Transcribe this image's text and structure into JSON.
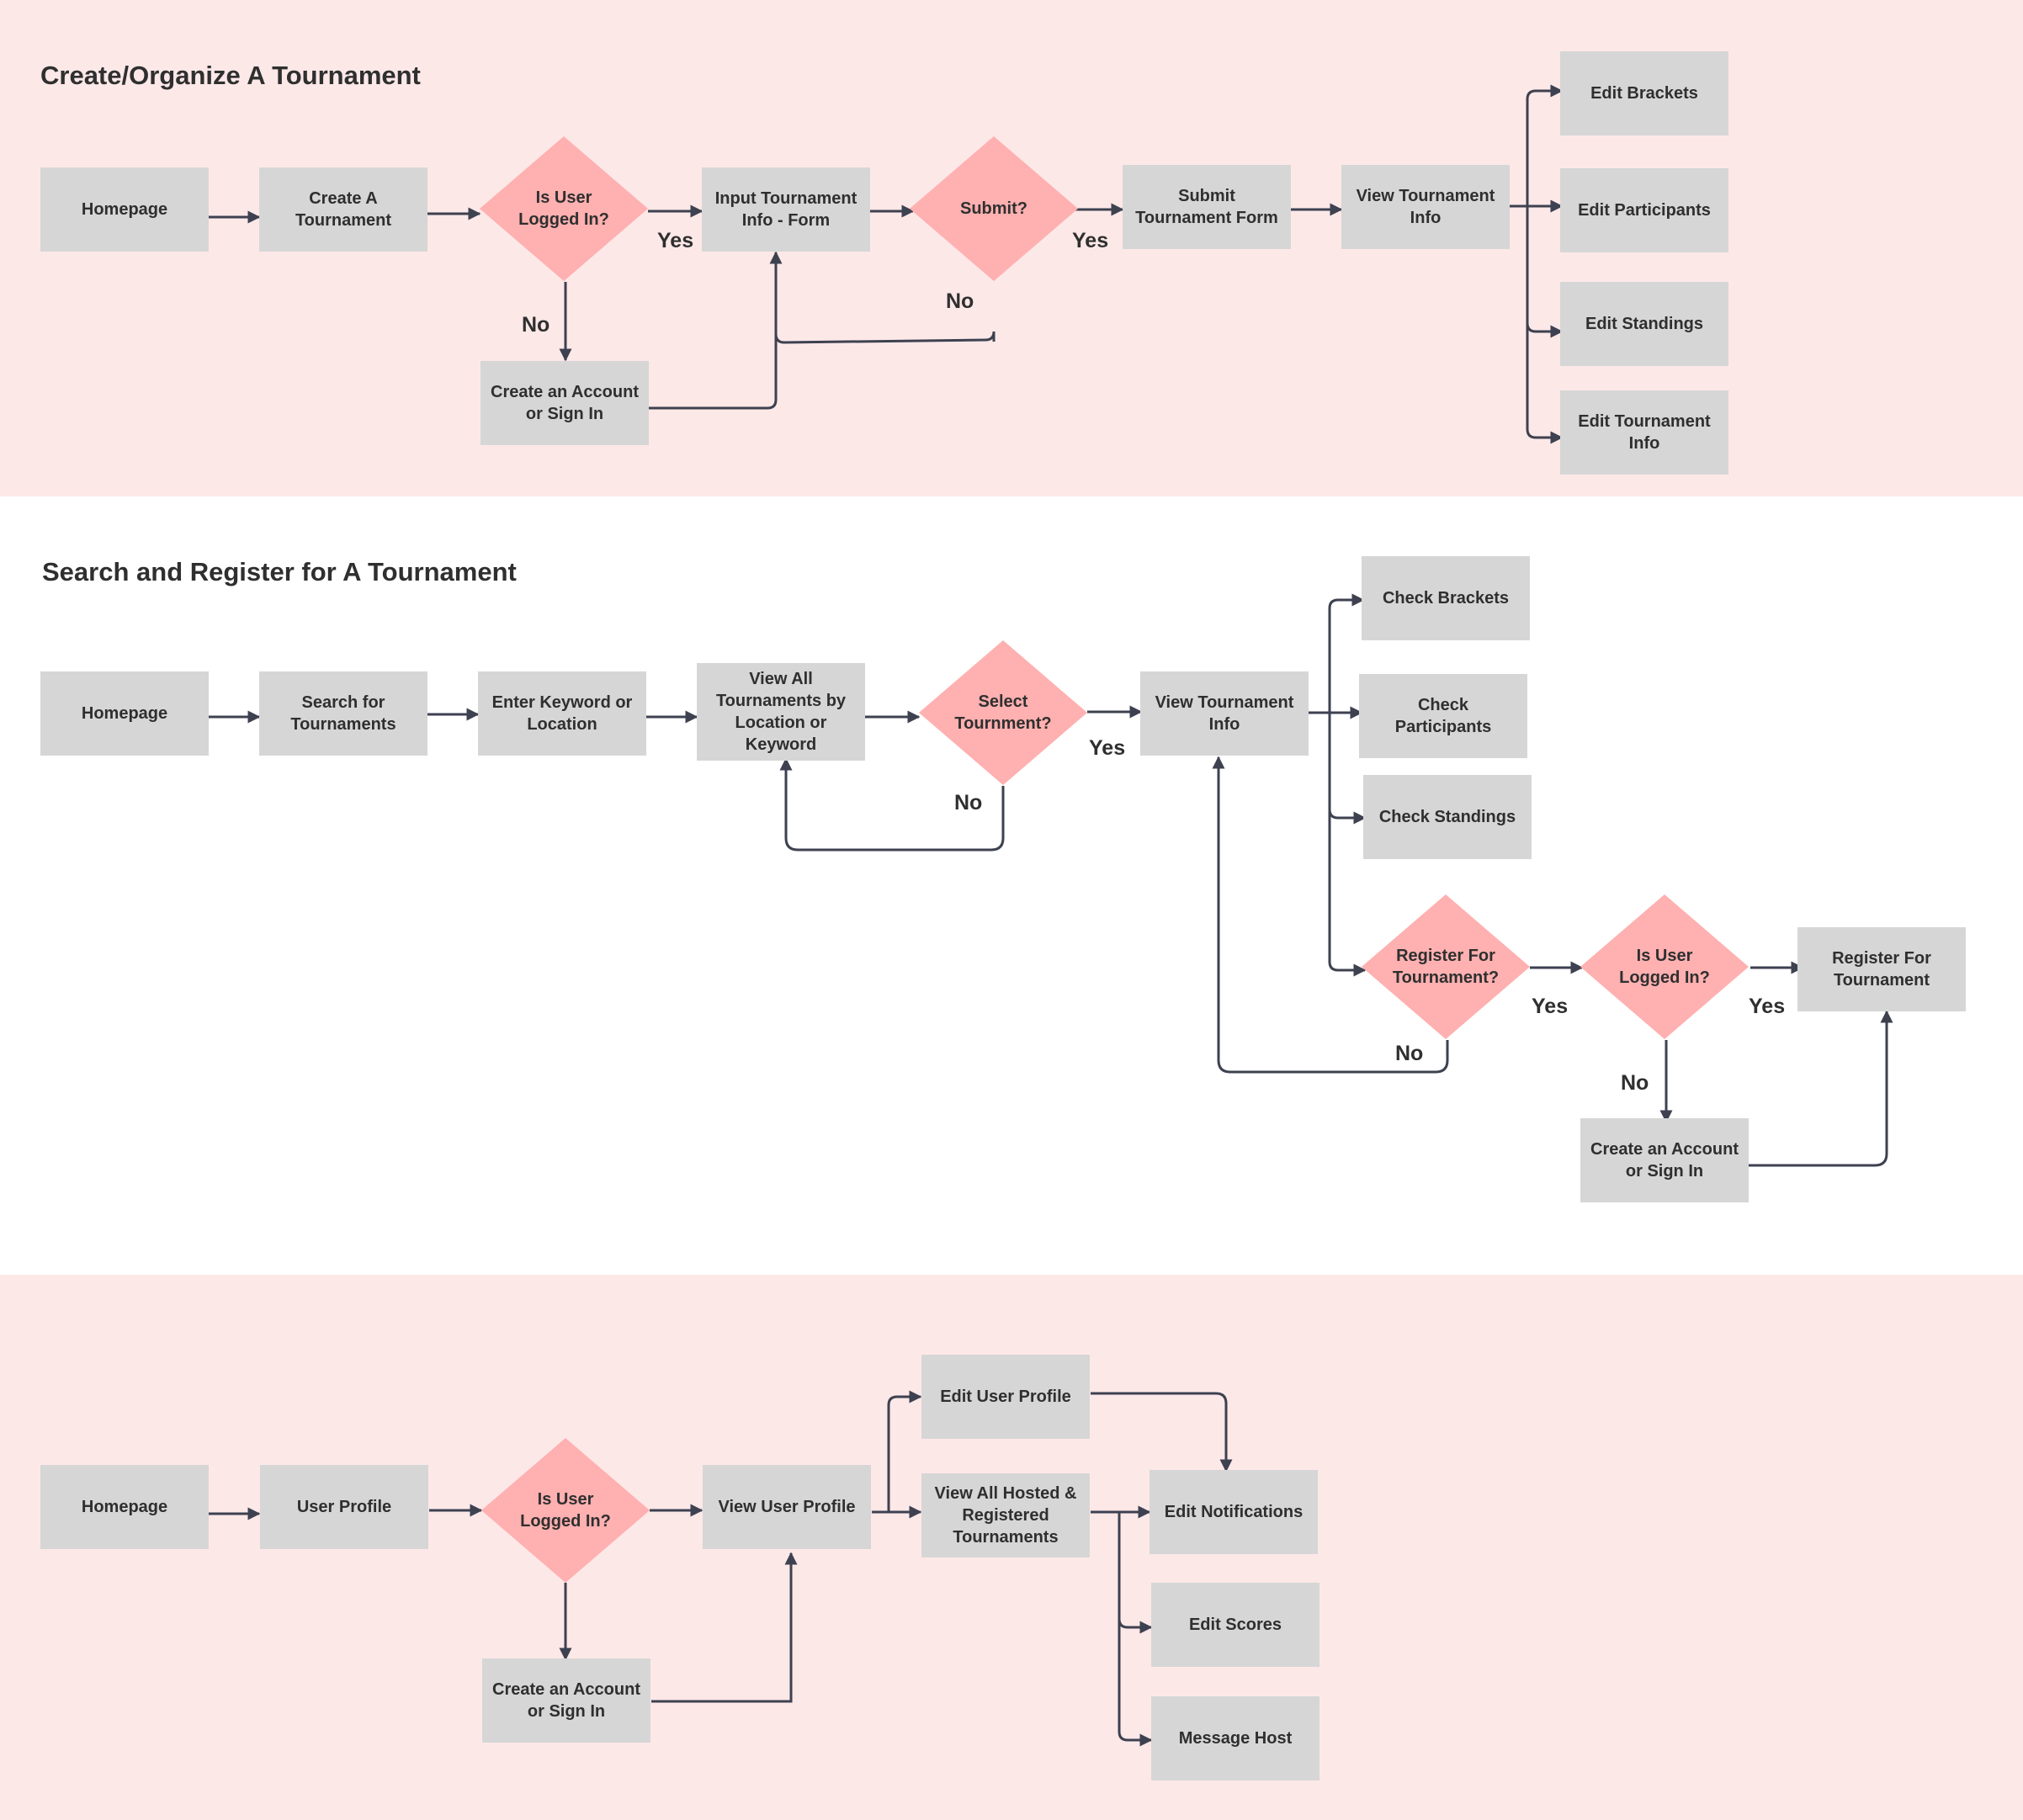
{
  "colors": {
    "band": "#fde8e8",
    "box": "#d6d6d6",
    "decision": "#ffb0b0",
    "line": "#3d4150",
    "text": "#2f2f2f"
  },
  "flow1": {
    "title": "Create/Organize A Tournament",
    "homepage": "Homepage",
    "create": "Create A Tournament",
    "logged_in": "Is User Logged In?",
    "signin": "Create an Account or Sign In",
    "input_form": "Input Tournament Info - Form",
    "submit": "Submit?",
    "submit_form": "Submit Tournament Form",
    "view_info": "View Tournament Info",
    "edit_brackets": "Edit Brackets",
    "edit_participants": "Edit Participants",
    "edit_standings": "Edit Standings",
    "edit_info": "Edit Tournament Info",
    "yes1": "Yes",
    "no1": "No",
    "yes2": "Yes",
    "no2": "No"
  },
  "flow2": {
    "title": "Search and Register for A Tournament",
    "homepage": "Homepage",
    "search": "Search for Tournaments",
    "keyword": "Enter Keyword or Location",
    "view_all": "View All Tournaments by Location or Keyword",
    "select": "Select Tournment?",
    "view_info": "View Tournament Info",
    "check_brackets": "Check Brackets",
    "check_participants": "Check Participants",
    "check_standings": "Check Standings",
    "register_q": "Register For Tournament?",
    "logged_in": "Is User Logged In?",
    "register": "Register For Tournament",
    "signin": "Create an Account or Sign In",
    "yes_select": "Yes",
    "no_select": "No",
    "yes_register": "Yes",
    "no_register": "No",
    "yes_logged": "Yes",
    "no_logged": "No"
  },
  "flow3": {
    "homepage": "Homepage",
    "user_profile": "User Profile",
    "logged_in": "Is User Logged In?",
    "signin": "Create an Account or Sign In",
    "view_profile": "View User Profile",
    "edit_profile": "Edit User Profile",
    "view_hosted": "View All Hosted & Registered Tournaments",
    "edit_notifications": "Edit Notifications",
    "edit_scores": "Edit Scores",
    "message_host": "Message Host"
  }
}
